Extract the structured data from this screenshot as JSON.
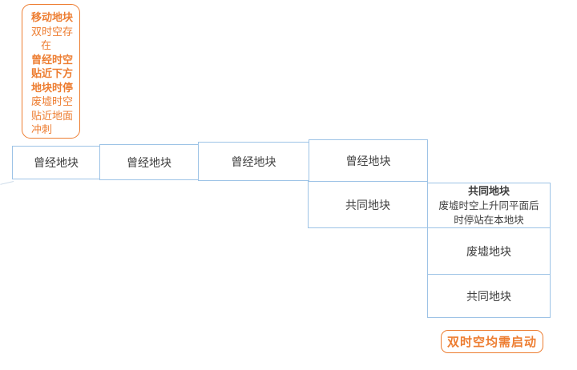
{
  "colors": {
    "accent_orange": "#ED7D31",
    "border_blue": "#9DC3E6",
    "text_dark": "#3F3F3F"
  },
  "callout": {
    "lines": [
      {
        "text": "移动地块",
        "bold": true
      },
      {
        "text": "双时空存",
        "bold": false
      },
      {
        "text": "在",
        "bold": false,
        "centered": true
      },
      {
        "text": "曾经时空",
        "bold": true
      },
      {
        "text": "贴近下方",
        "bold": true
      },
      {
        "text": "地块时停",
        "bold": true
      },
      {
        "text": "废墟时空",
        "bold": false
      },
      {
        "text": "贴近地面",
        "bold": false
      },
      {
        "text": "冲刺",
        "bold": false
      }
    ]
  },
  "past_row": {
    "cells": [
      {
        "label": "曾经地块"
      },
      {
        "label": "曾经地块"
      },
      {
        "label": "曾经地块"
      },
      {
        "label": "曾经地块"
      }
    ]
  },
  "common_mid": {
    "label": "共同地块"
  },
  "right_column": {
    "detail": {
      "title": "共同地块",
      "line1": "废墟时空上升同平面后",
      "line2": "时停站在本地块"
    },
    "ruins": {
      "label": "废墟地块"
    },
    "common": {
      "label": "共同地块"
    }
  },
  "action_note": {
    "label": "双时空均需启动"
  }
}
